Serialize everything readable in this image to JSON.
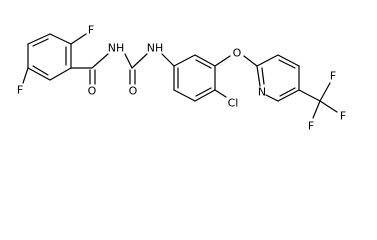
{
  "atoms": {
    "f_top": "F",
    "f_bottom": "F",
    "o_carbonyl_1": "O",
    "nh_1": "NH",
    "o_carbonyl_2": "O",
    "nh_2": "NH",
    "o_ether": "O",
    "n_pyridine": "N",
    "cl": "Cl",
    "f_cf3_top": "F",
    "f_cf3_left": "F",
    "f_cf3_right": "F"
  }
}
